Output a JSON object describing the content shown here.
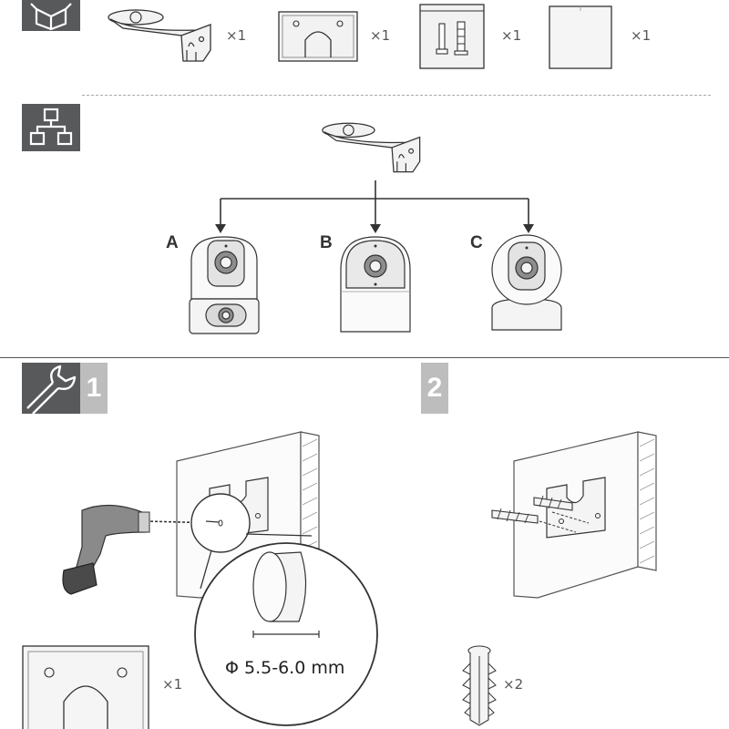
{
  "box_contents": {
    "items": [
      {
        "icon": "wall-bracket",
        "quantity": "×1"
      },
      {
        "icon": "mounting-template",
        "quantity": "×1"
      },
      {
        "icon": "screw-pack",
        "quantity": "×1"
      },
      {
        "icon": "quick-guide",
        "quantity": "×1"
      }
    ]
  },
  "compatibility": {
    "variants": [
      {
        "label": "A",
        "icon": "camera-dual-lens"
      },
      {
        "label": "B",
        "icon": "camera-dome"
      },
      {
        "label": "C",
        "icon": "camera-pan-tilt"
      }
    ]
  },
  "steps": [
    {
      "number": "1",
      "hole_spec": "Φ 5.5-6.0 mm",
      "template_quantity": "×1"
    },
    {
      "number": "2",
      "anchor_quantity": "×2"
    }
  ],
  "colors": {
    "badge": "#58595b",
    "step_badge": "#bdbdbd",
    "line": "#555555"
  }
}
